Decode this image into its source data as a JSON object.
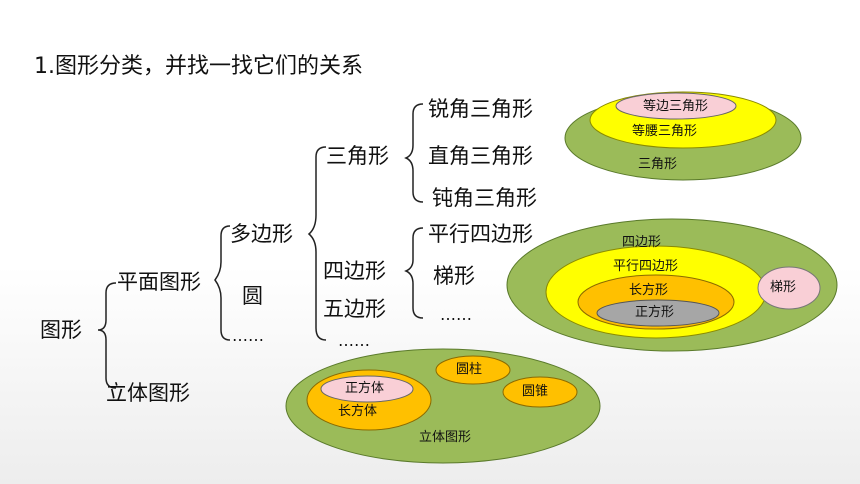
{
  "title": "1.图形分类，并找一找它们的关系",
  "tree": {
    "root": "图形",
    "plane": "平面图形",
    "solid": "立体图形",
    "polygon": "多边形",
    "circle": "圆",
    "plane_more": "……",
    "triangle": "三角形",
    "quadrilateral": "四边形",
    "pentagon": "五边形",
    "polygon_more": "……",
    "acute": "锐角三角形",
    "right": "直角三角形",
    "obtuse": "钝角三角形",
    "parallelogram": "平行四边形",
    "trapezoid": "梯形",
    "quad_more": "……"
  },
  "venn_triangle": {
    "outer": "三角形",
    "middle": "等腰三角形",
    "inner": "等边三角形"
  },
  "venn_quad": {
    "outer": "四边形",
    "parallelogram": "平行四边形",
    "rectangle": "长方形",
    "square": "正方形",
    "trapezoid": "梯形"
  },
  "venn_solid": {
    "outer": "立体图形",
    "cuboid": "长方体",
    "cube": "正方体",
    "cylinder": "圆柱",
    "cone": "圆锥"
  },
  "colors": {
    "green": "#9bbb59",
    "yellow": "#ffff00",
    "orange": "#ffc000",
    "pink": "#f9cfd6",
    "gray": "#a6a6a6"
  }
}
